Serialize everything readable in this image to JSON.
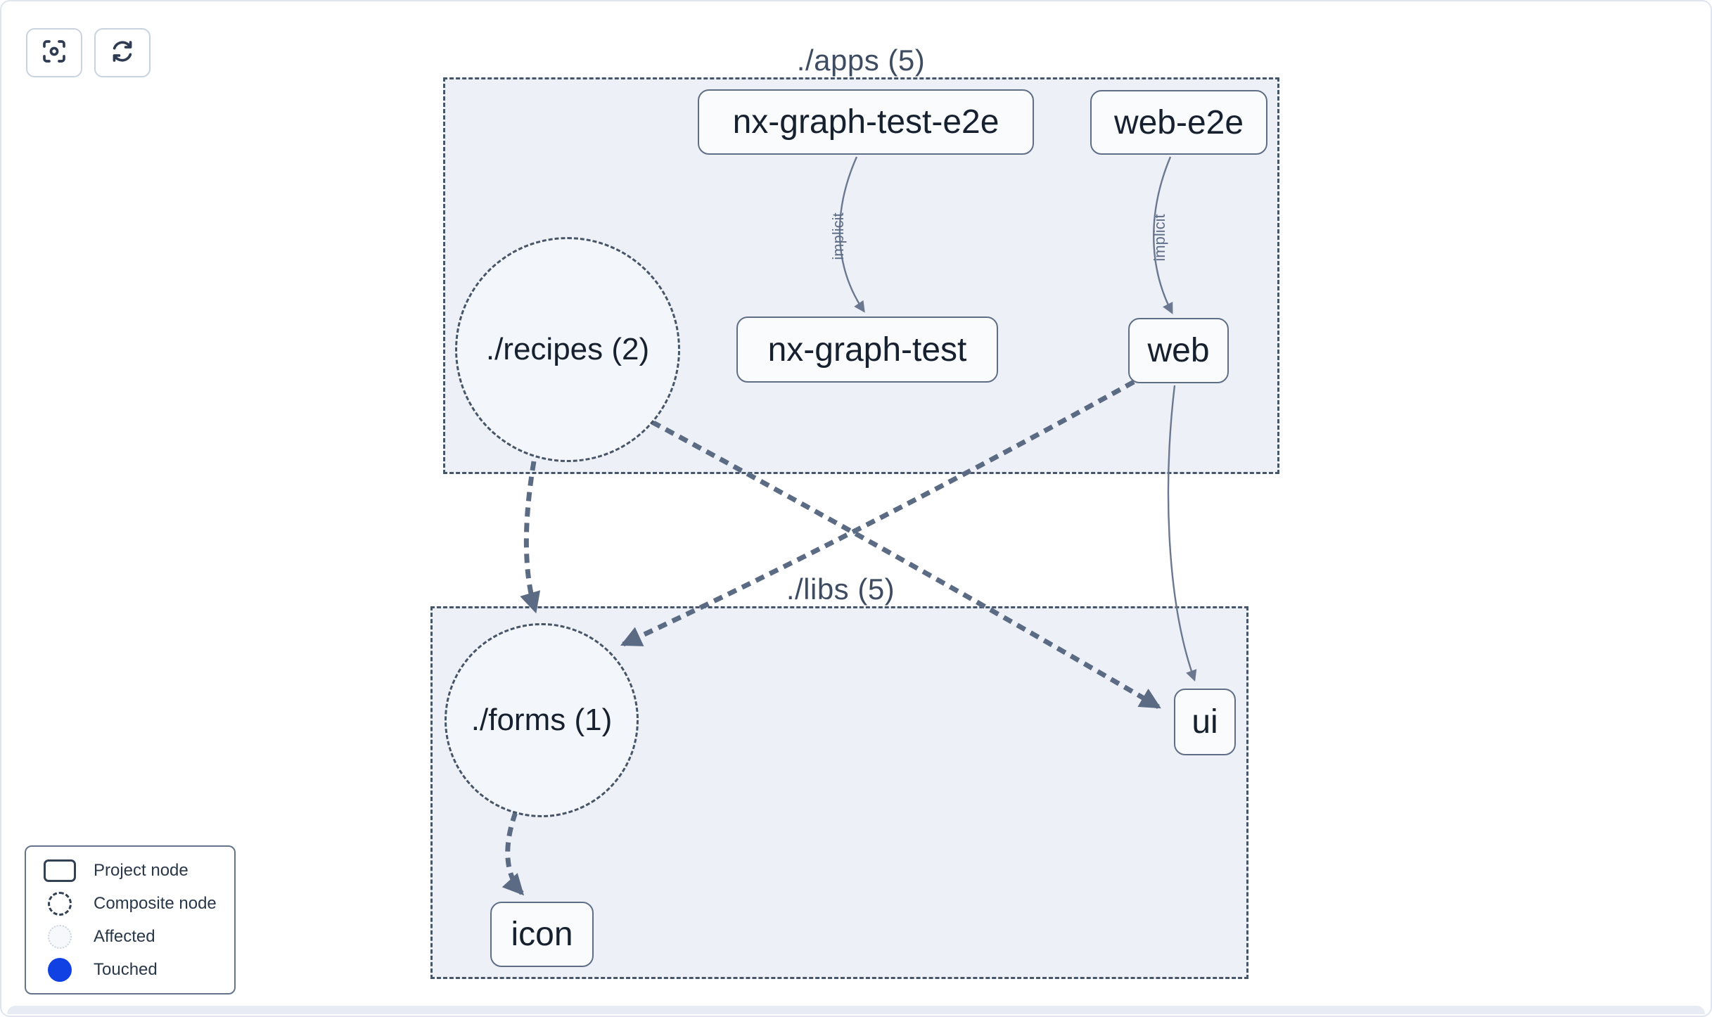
{
  "groups": {
    "apps": {
      "label": "./apps (5)"
    },
    "libs": {
      "label": "./libs (5)"
    }
  },
  "nodes": {
    "nx_graph_test_e2e": {
      "label": "nx-graph-test-e2e",
      "type": "project"
    },
    "web_e2e": {
      "label": "web-e2e",
      "type": "project"
    },
    "recipes": {
      "label": "./recipes (2)",
      "type": "composite"
    },
    "nx_graph_test": {
      "label": "nx-graph-test",
      "type": "project"
    },
    "web": {
      "label": "web",
      "type": "project"
    },
    "forms": {
      "label": "./forms (1)",
      "type": "composite"
    },
    "ui": {
      "label": "ui",
      "type": "project"
    },
    "icon": {
      "label": "icon",
      "type": "project"
    }
  },
  "edges": [
    {
      "from": "nx-graph-test-e2e",
      "to": "nx-graph-test",
      "label": "implicit",
      "style": "solid"
    },
    {
      "from": "web-e2e",
      "to": "web",
      "label": "implicit",
      "style": "solid"
    },
    {
      "from": "./recipes (2)",
      "to": "./forms (1)",
      "label": "",
      "style": "dashed"
    },
    {
      "from": "./recipes (2)",
      "to": "ui",
      "label": "",
      "style": "dashed"
    },
    {
      "from": "web",
      "to": "./forms (1)",
      "label": "",
      "style": "dashed"
    },
    {
      "from": "web",
      "to": "ui",
      "label": "",
      "style": "solid"
    },
    {
      "from": "./forms (1)",
      "to": "icon",
      "label": "",
      "style": "dashed"
    }
  ],
  "legend": {
    "items": [
      {
        "label": "Project node"
      },
      {
        "label": "Composite node"
      },
      {
        "label": "Affected"
      },
      {
        "label": "Touched"
      }
    ]
  },
  "colors": {
    "touched": "#1141e2",
    "edge": "#5c6b84",
    "group_fill": "#edf1f7",
    "dashed_border": "#475569",
    "node_border": "#5f6e86"
  }
}
